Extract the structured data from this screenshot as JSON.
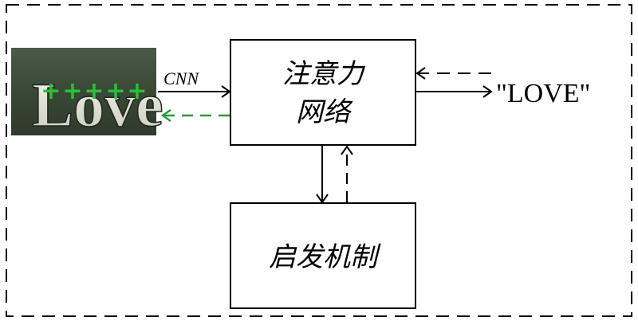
{
  "diagram": {
    "input_image": {
      "word": "Love",
      "marker_glyph": "+",
      "marker_count": 5,
      "marker_color": "#2bbf3a"
    },
    "edge_cnn_label": "CNN",
    "attention_box": {
      "line1": "注意力",
      "line2": "网络"
    },
    "trigger_box": {
      "label": "启发机制"
    },
    "output_label": "\"LOVE\"",
    "colors": {
      "line": "#000000",
      "feedback_green": "#2a9a3a",
      "image_bg": "#3c4a38"
    }
  }
}
